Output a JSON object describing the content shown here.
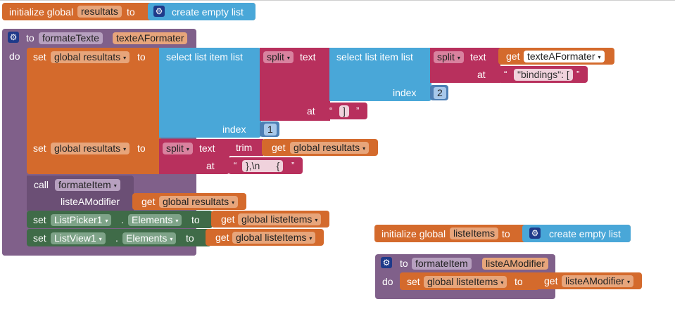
{
  "init_resultats": {
    "kw": "initialize global",
    "var": "resultats",
    "to": "to",
    "create": "create empty list"
  },
  "proc_formate": {
    "to": "to",
    "name": "formateTexte",
    "param": "texteAFormater",
    "do": "do"
  },
  "set1": {
    "set": "set",
    "var": "global resultats",
    "to": "to",
    "select": "select list item  list",
    "index": "index",
    "index_val": "1",
    "split1": "split",
    "text": "text",
    "select2": "select list item  list",
    "index2": "index",
    "index2_val": "2",
    "split2": "split",
    "text2": "text",
    "get": "get",
    "get_var": "texteAFormater",
    "at": "at",
    "at_str": "\"bindings\": [",
    "at2": "at",
    "at2_str": "]"
  },
  "set2": {
    "set": "set",
    "var": "global resultats",
    "to": "to",
    "split": "split",
    "text": "text",
    "trim": "trim",
    "get": "get",
    "get_var": "global resultats",
    "at": "at",
    "at_str": "},\\n      {"
  },
  "call": {
    "call": "call",
    "name": "formateItem",
    "param": "listeAModifier",
    "get": "get",
    "get_var": "global resultats"
  },
  "set3": {
    "set": "set",
    "comp": "ListPicker1",
    "dot": ".",
    "prop": "Elements",
    "to": "to",
    "get": "get",
    "get_var": "global listeItems"
  },
  "set4": {
    "set": "set",
    "comp": "ListView1",
    "dot": ".",
    "prop": "Elements",
    "to": "to",
    "get": "get",
    "get_var": "global listeItems"
  },
  "init_items": {
    "kw": "initialize global",
    "var": "listeItems",
    "to": "to",
    "create": "create empty list"
  },
  "proc_item": {
    "to": "to",
    "name": "formateItem",
    "param": "listeAModifier",
    "do": "do",
    "set": "set",
    "var": "global listeItems",
    "to2": "to",
    "get": "get",
    "get_var": "listeAModifier"
  },
  "gear_icon_name": "gear-icon",
  "dropdown_glyph": "▾",
  "quote_glyph": "“",
  "quote_close_glyph": "”"
}
